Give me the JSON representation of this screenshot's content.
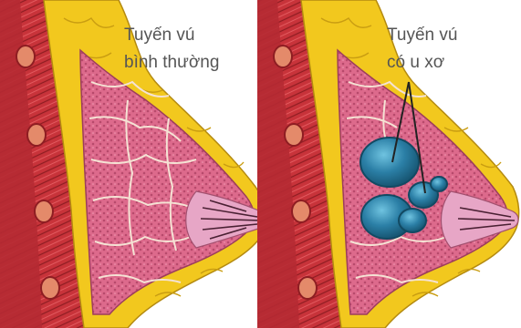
{
  "panels": [
    {
      "id": "normal",
      "label_lines": [
        "Tuyến vú",
        "bình thường"
      ]
    },
    {
      "id": "fibrocystic",
      "label_lines": [
        "Tuyến vú",
        "có u xơ"
      ]
    }
  ],
  "colors": {
    "muscle": "#c8333a",
    "fat": "#f2c81e",
    "gland": "#e06d8f",
    "nipple": "#e7a6c6",
    "cyst": "#2b7fa6"
  }
}
